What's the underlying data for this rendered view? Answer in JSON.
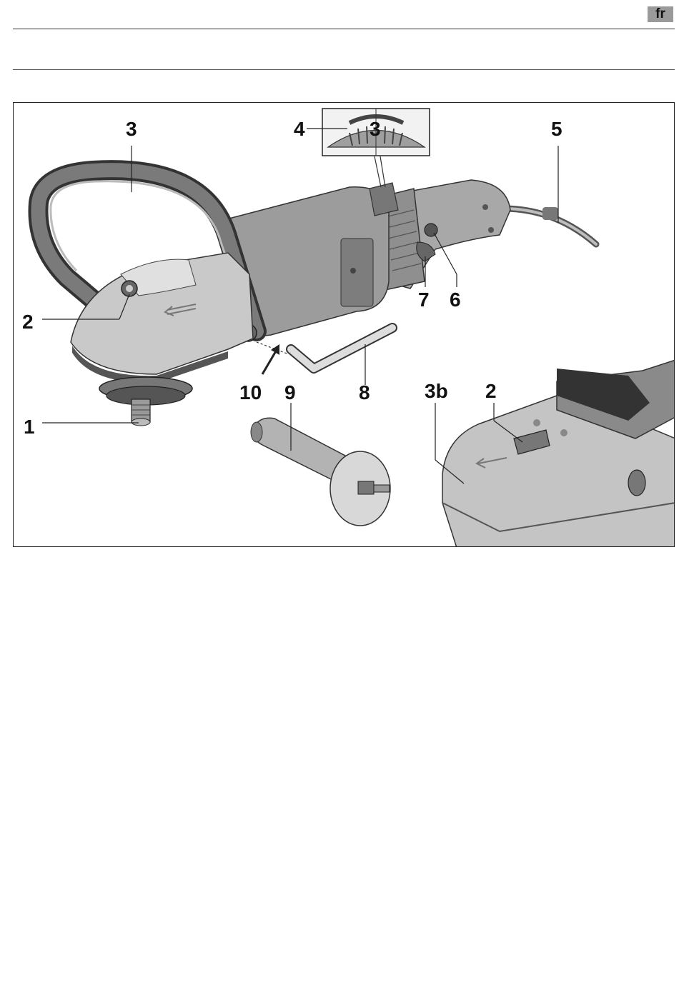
{
  "header": {
    "language_tag": "fr"
  },
  "figure": {
    "callouts": {
      "c1": "1",
      "c2": "2",
      "c2b": "2",
      "c3": "3",
      "c3dial": "3",
      "c3b": "3b",
      "c4": "4",
      "c5": "5",
      "c6": "6",
      "c7": "7",
      "c8": "8",
      "c9": "9",
      "c10": "10"
    }
  }
}
